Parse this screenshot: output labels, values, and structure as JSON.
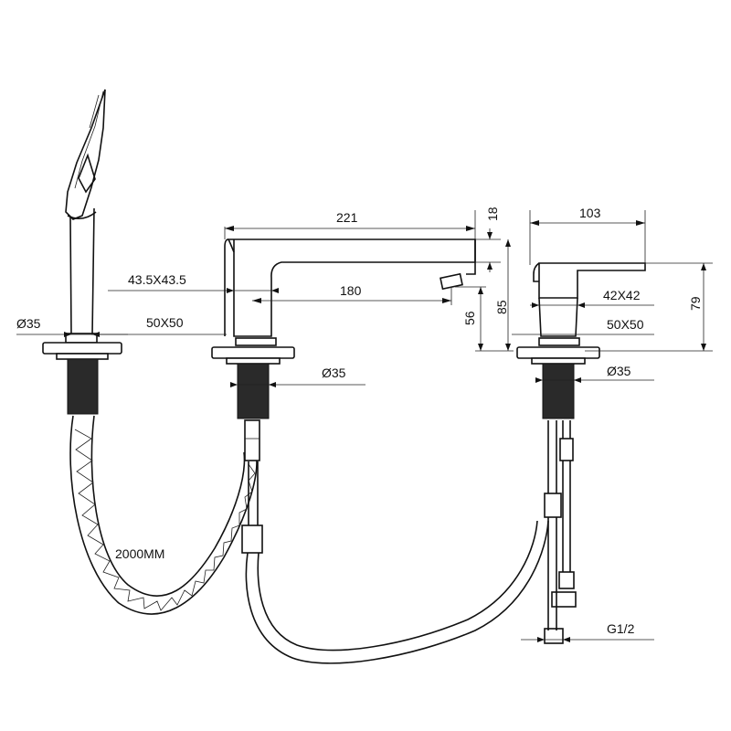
{
  "drawing": {
    "dimensions": {
      "spout_length": "221",
      "spout_height_top": "18",
      "spout_reach": "180",
      "spout_base": "43.5X43.5",
      "flange_left": "50X50",
      "flange_right": "50X50",
      "spout_height": "56",
      "overall_height": "85",
      "handle_width": "103",
      "mixer_base": "42X42",
      "mixer_height": "79",
      "dia_shower": "Ø35",
      "dia_spout": "Ø35",
      "dia_mixer": "Ø35",
      "hose_length": "2000MM",
      "thread": "G1/2"
    }
  }
}
